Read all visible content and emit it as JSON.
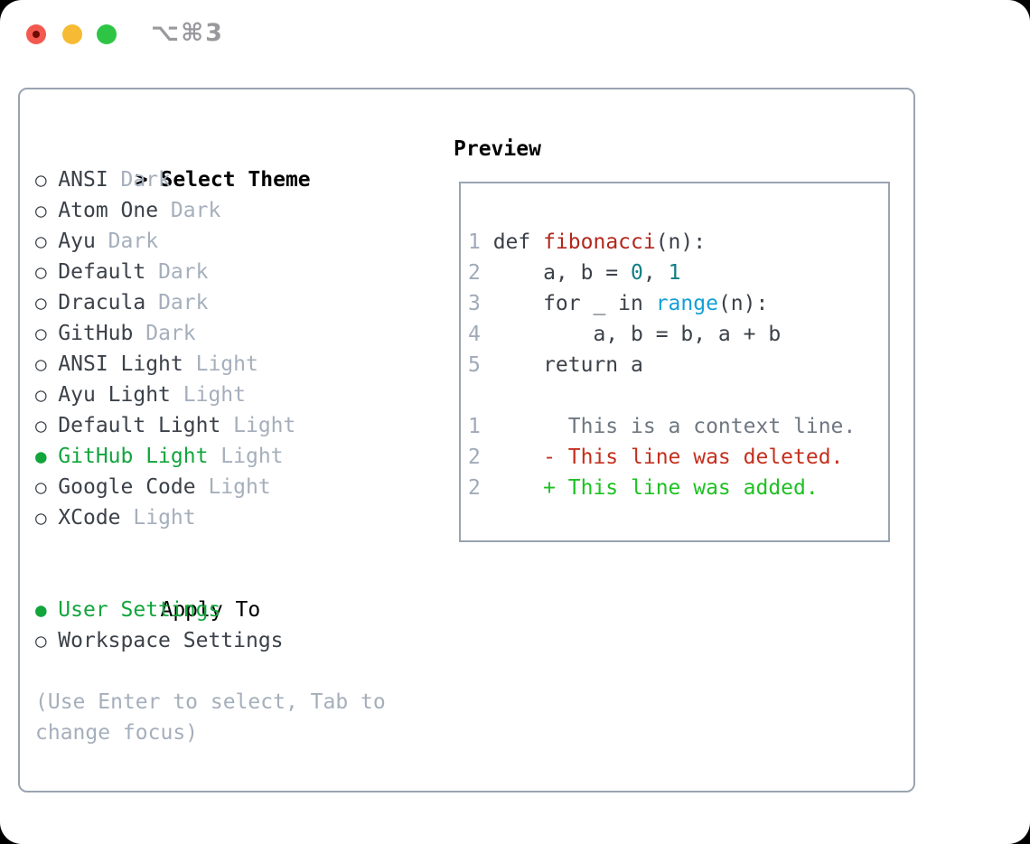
{
  "window": {
    "shortcut_label": "⌥⌘3"
  },
  "colors": {
    "selection_green": "#12a53c",
    "added_green": "#1dc123",
    "deleted_red": "#c52f1d",
    "function_red": "#b3271c",
    "number_teal": "#0e7e85",
    "builtin_cyan": "#129fd6",
    "text_dark": "#3b4149",
    "muted_gray": "#a5afbc",
    "context_gray": "#6e7781",
    "border_gray": "#9aa4b1",
    "traffic_red": "#f4594f",
    "traffic_yellow": "#f7ba34",
    "traffic_green": "#2ec544"
  },
  "theme_panel": {
    "prompt": ">",
    "header": "Select Theme",
    "bullet_selected": "●",
    "bullet_unselected": "○",
    "items": [
      {
        "name": "ANSI",
        "variant": "Dark",
        "selected": false
      },
      {
        "name": "Atom One",
        "variant": "Dark",
        "selected": false
      },
      {
        "name": "Ayu",
        "variant": "Dark",
        "selected": false
      },
      {
        "name": "Default",
        "variant": "Dark",
        "selected": false
      },
      {
        "name": "Dracula",
        "variant": "Dark",
        "selected": false
      },
      {
        "name": "GitHub",
        "variant": "Dark",
        "selected": false
      },
      {
        "name": "ANSI Light",
        "variant": "Light",
        "selected": false
      },
      {
        "name": "Ayu Light",
        "variant": "Light",
        "selected": false
      },
      {
        "name": "Default Light",
        "variant": "Light",
        "selected": false
      },
      {
        "name": "GitHub Light",
        "variant": "Light",
        "selected": true
      },
      {
        "name": "Google Code",
        "variant": "Light",
        "selected": false
      },
      {
        "name": "XCode",
        "variant": "Light",
        "selected": false
      }
    ],
    "apply_to": {
      "header": "Apply To",
      "options": [
        {
          "label": "User Settings",
          "selected": true
        },
        {
          "label": "Workspace Settings",
          "selected": false
        }
      ]
    },
    "hint_lines": [
      "(Use Enter to select, Tab to",
      "change focus)"
    ]
  },
  "preview": {
    "header": "Preview",
    "lines": [
      {
        "num": "1",
        "tokens": [
          {
            "t": "def ",
            "c": "pl"
          },
          {
            "t": "fibonacci",
            "c": "fn"
          },
          {
            "t": "(n):",
            "c": "pl"
          }
        ]
      },
      {
        "num": "2",
        "tokens": [
          {
            "t": "    a, b = ",
            "c": "pl"
          },
          {
            "t": "0",
            "c": "nm"
          },
          {
            "t": ", ",
            "c": "pl"
          },
          {
            "t": "1",
            "c": "nm"
          }
        ]
      },
      {
        "num": "3",
        "tokens": [
          {
            "t": "    for _ in ",
            "c": "pl"
          },
          {
            "t": "range",
            "c": "bi"
          },
          {
            "t": "(n):",
            "c": "pl"
          }
        ]
      },
      {
        "num": "4",
        "tokens": [
          {
            "t": "        a, b = b, a + b",
            "c": "pl"
          }
        ]
      },
      {
        "num": "5",
        "tokens": [
          {
            "t": "    return a",
            "c": "pl"
          }
        ]
      },
      {
        "num": "",
        "tokens": []
      },
      {
        "num": "1",
        "tokens": [
          {
            "t": "      This is a context line.",
            "c": "ctx"
          }
        ]
      },
      {
        "num": "2",
        "tokens": [
          {
            "t": "    - This line was deleted.",
            "c": "del"
          }
        ]
      },
      {
        "num": "2",
        "tokens": [
          {
            "t": "    + This line was added.",
            "c": "add"
          }
        ]
      }
    ]
  }
}
